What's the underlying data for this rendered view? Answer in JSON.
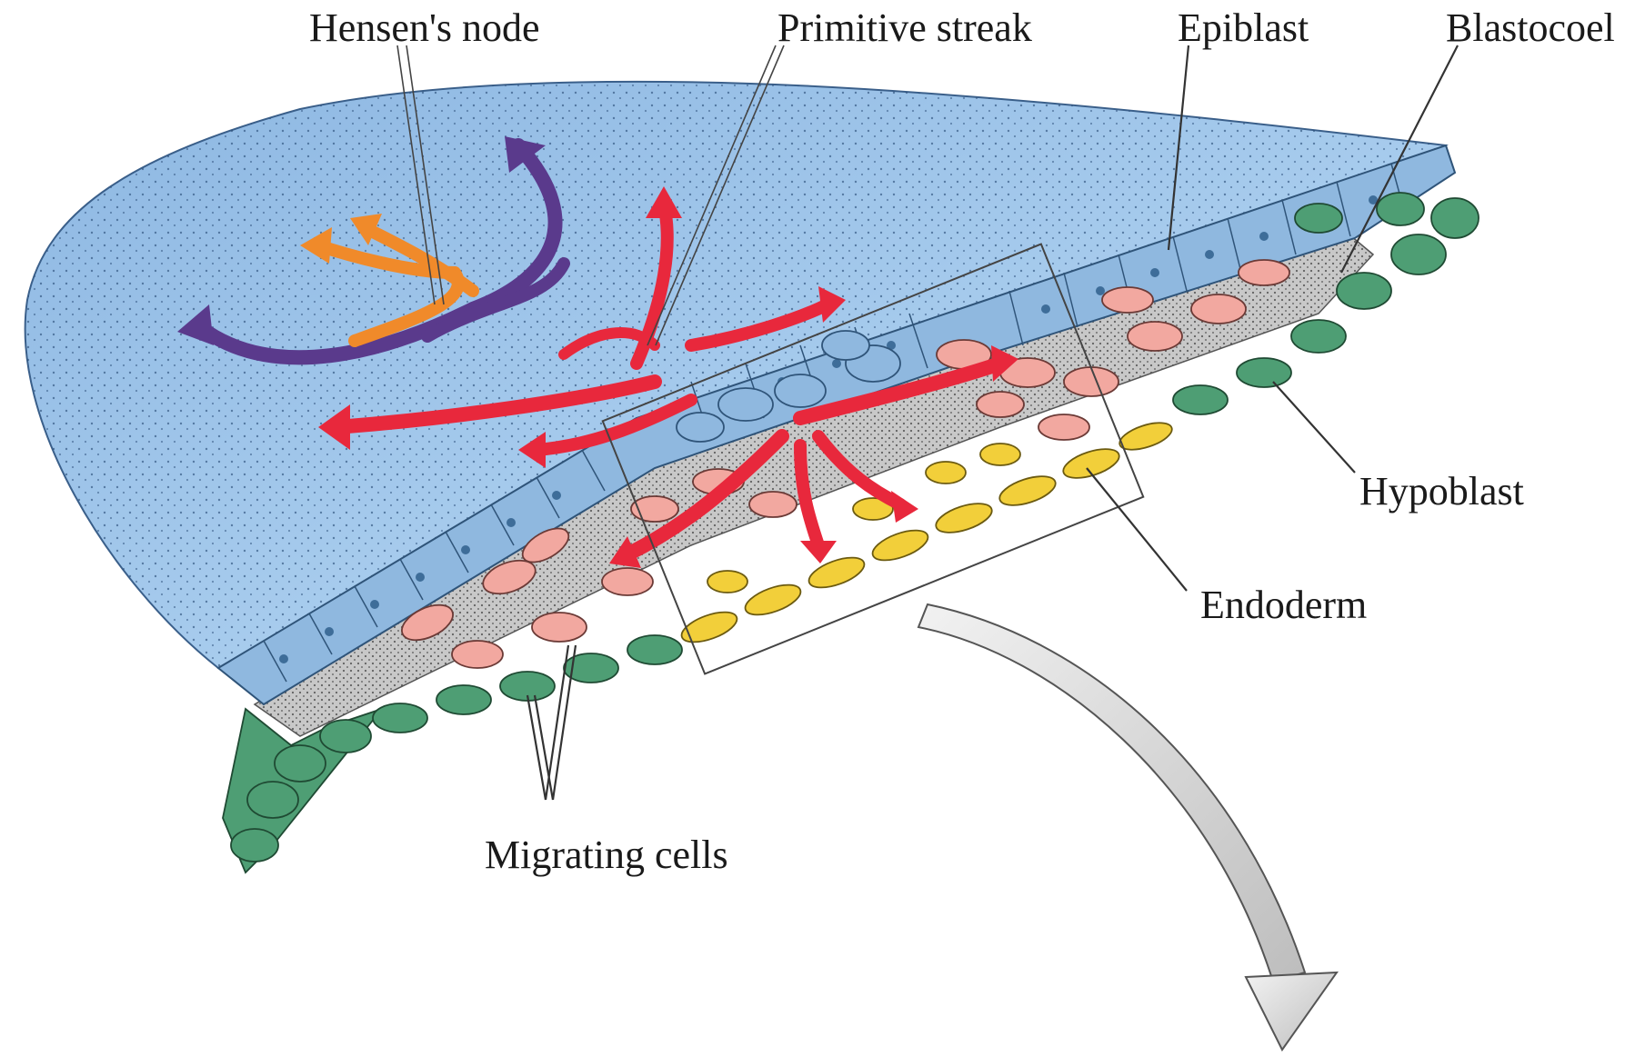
{
  "labels": {
    "hensens_node": "Hensen's node",
    "primitive_streak": "Primitive streak",
    "epiblast": "Epiblast",
    "blastocoel": "Blastocoel",
    "hypoblast": "Hypoblast",
    "endoderm": "Endoderm",
    "migrating_cells": "Migrating cells"
  },
  "colors": {
    "epiblast_surface": "#9cc3e6",
    "epiblast_cells": "#8fb8df",
    "blastocoel": "#b8b8b8",
    "migrating_cells": "#f2a8a0",
    "endoderm": "#f2cf3a",
    "hypoblast": "#4e9e74",
    "arrow_red": "#e8283c",
    "arrow_purple": "#5a3a8c",
    "arrow_orange": "#f08a2a",
    "zoom_arrow": "#d9d9d9"
  }
}
